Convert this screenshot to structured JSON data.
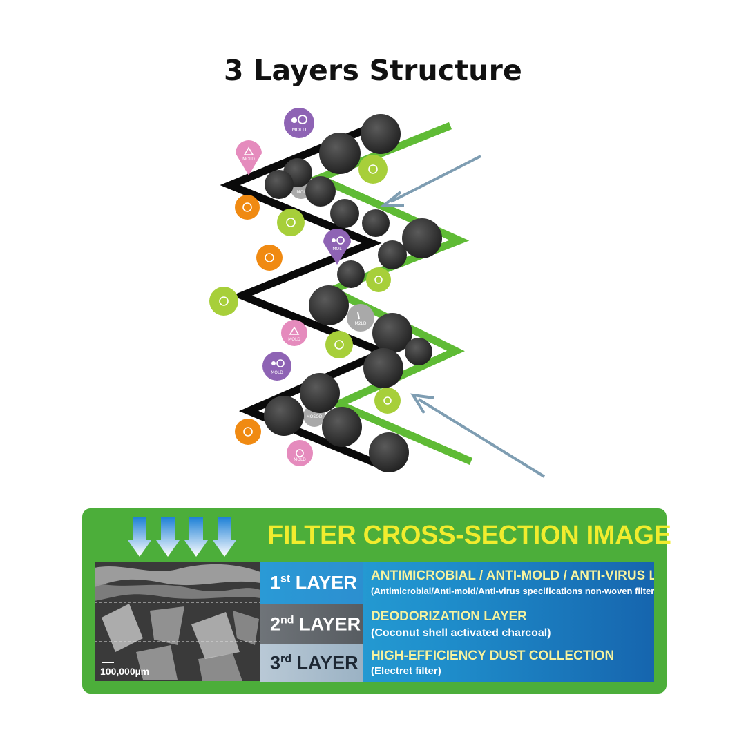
{
  "page": {
    "title": "3 Layers Structure"
  },
  "diagram": {
    "pollutant_label": "MOLD",
    "colors": {
      "black_layer": "#0a0a0a",
      "green_layer": "#5fbb35",
      "charcoal": "#3a3a3a",
      "pointer_arrow": "#7e9db2",
      "particle_purple": "#8e63b4",
      "particle_pink": "#e58bbd",
      "particle_orange": "#f08a12",
      "particle_lime": "#a7cf3a",
      "particle_gray": "#a9a9a9"
    }
  },
  "panel": {
    "heading": "FILTER CROSS-SECTION IMAGE",
    "scale_label": "100,000µm",
    "colors": {
      "panel_bg": "#4cae3a",
      "heading": "#f1ec2e",
      "flow_arrow": "#4aa3e8"
    },
    "layers": [
      {
        "ordinal": "1",
        "suffix": "st",
        "word": "LAYER",
        "title": "ANTIMICROBIAL / ANTI-MOLD / ANTI-VIRUS LAYER",
        "subtitle": "(Antimicrobial/Anti-mold/Anti-virus specifications non-woven filter)"
      },
      {
        "ordinal": "2",
        "suffix": "nd",
        "word": "LAYER",
        "title": "DEODORIZATION LAYER",
        "subtitle": "(Coconut shell activated charcoal)"
      },
      {
        "ordinal": "3",
        "suffix": "rd",
        "word": "LAYER",
        "title": "HIGH-EFFICIENCY DUST COLLECTION",
        "subtitle": "(Electret filter)"
      }
    ]
  }
}
